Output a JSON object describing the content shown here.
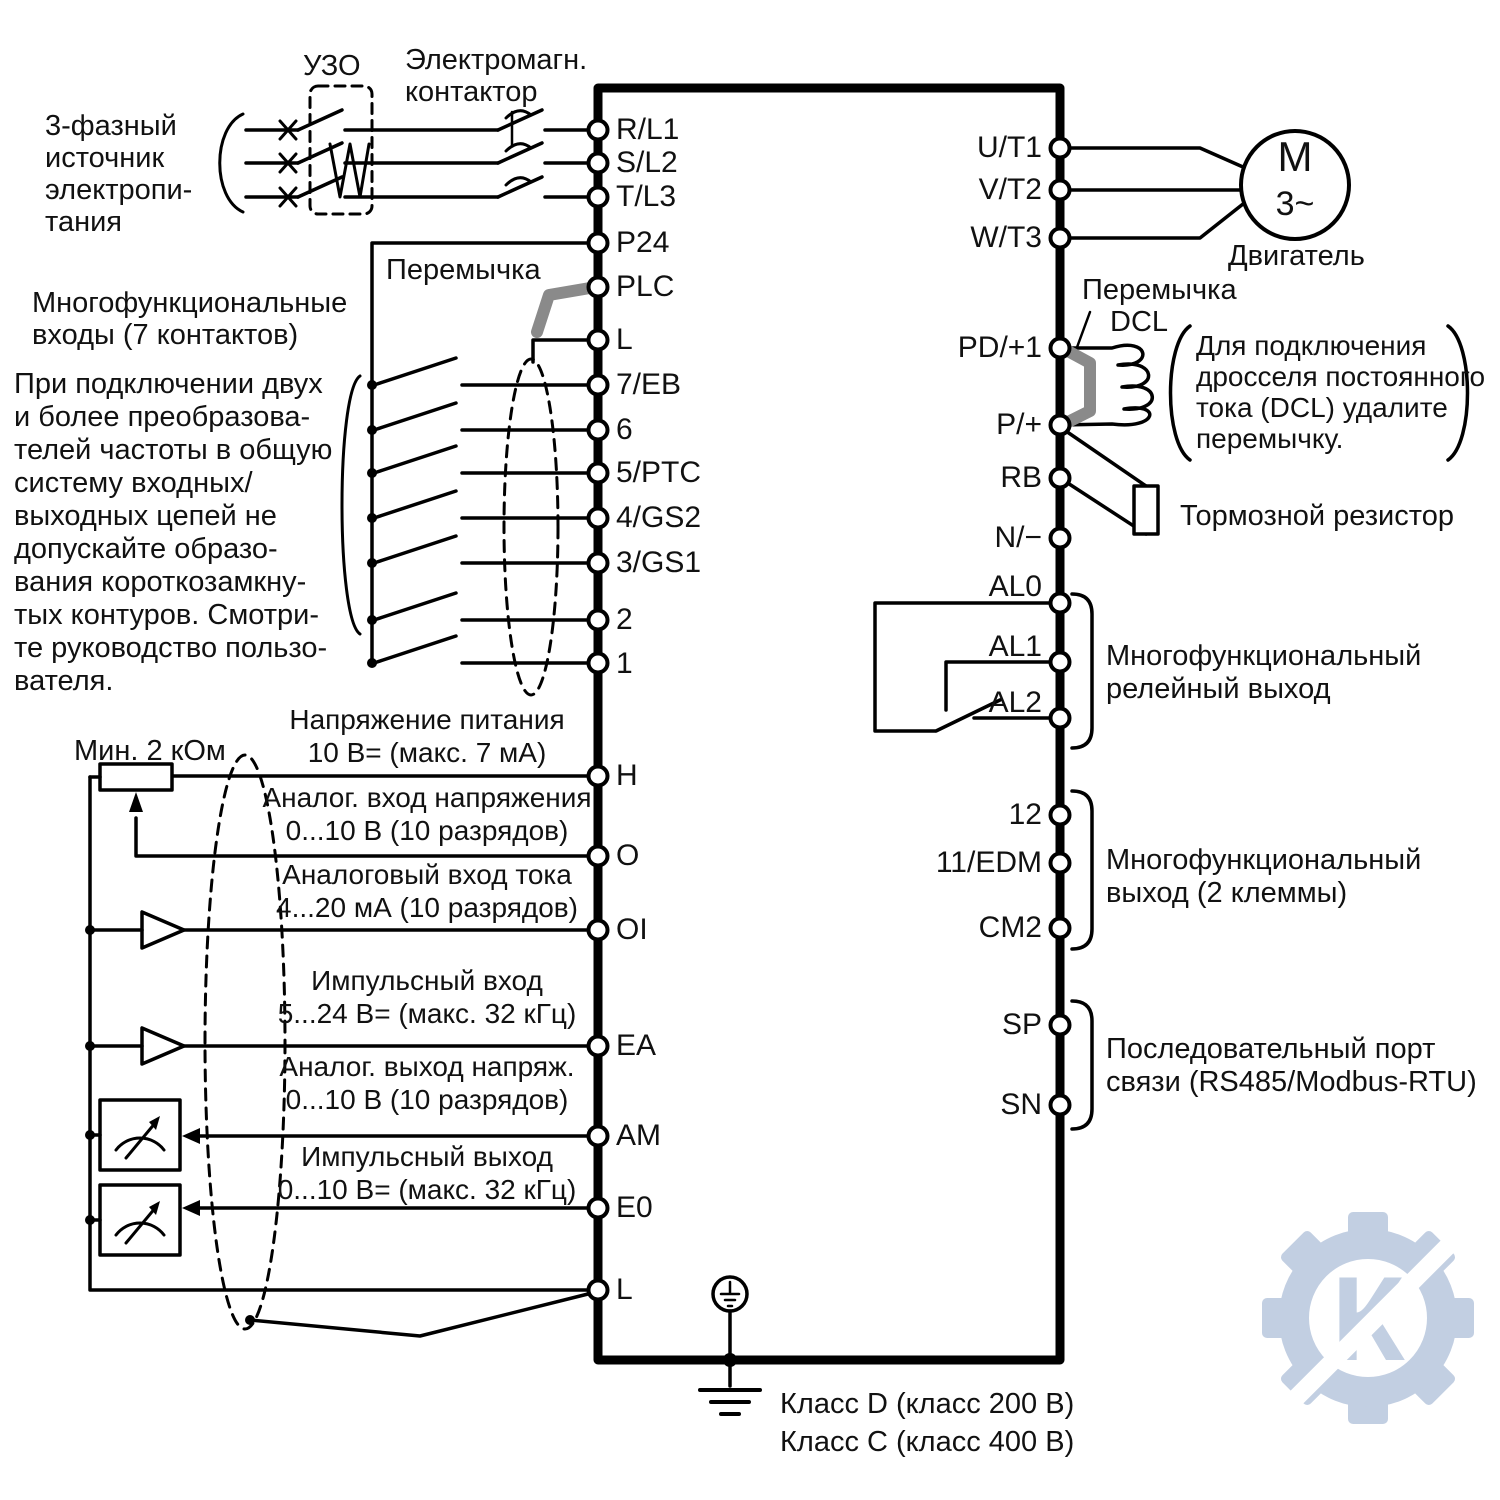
{
  "terminals": {
    "left": [
      "R/L1",
      "S/L2",
      "T/L3",
      "P24",
      "PLC",
      "L",
      "7/EB",
      "6",
      "5/PTC",
      "4/GS2",
      "3/GS1",
      "2",
      "1",
      "H",
      "O",
      "OI",
      "EA",
      "AM",
      "E0",
      "L"
    ],
    "right": [
      "U/T1",
      "V/T2",
      "W/T3",
      "PD/+1",
      "P/+",
      "RB",
      "N/−",
      "AL0",
      "AL1",
      "AL2",
      "12",
      "11/EDM",
      "CM2",
      "SP",
      "SN"
    ]
  },
  "labels": {
    "source": [
      "3-фазный",
      "источник",
      "электропи-",
      "тания"
    ],
    "rcd": "УЗО",
    "contactor": [
      "Электромагн.",
      "контактор"
    ],
    "jumper_top": "Перемычка",
    "multi_inputs": [
      "Многофункциональные",
      "входы (7 контактов)"
    ],
    "note": [
      "При подключении двух",
      "и более преобразова-",
      "телей частоты в общую",
      "систему входных/",
      "выходных цепей не",
      "допускайте образо-",
      "вания короткозамкну-",
      "тых контуров. Смотри-",
      "те руководство пользо-",
      "вателя."
    ],
    "min_resistor": "Мин. 2 кОм",
    "supply": [
      "Напряжение питания",
      "10 В= (макс. 7 мА)"
    ],
    "analog_v_in": [
      "Аналог. вход напряжения",
      "0...10 В (10 разрядов)"
    ],
    "analog_c_in": [
      "Аналоговый вход тока",
      "4...20 мА (10 разрядов)"
    ],
    "pulse_in": [
      "Импульсный вход",
      "5...24 В= (макс. 32 кГц)"
    ],
    "analog_v_out": [
      "Аналог. выход напряж.",
      "0...10 В (10 разрядов)"
    ],
    "pulse_out": [
      "Импульсный выход",
      "0...10 В= (макс. 32 кГц)"
    ],
    "motor_m": "M",
    "motor_phase": "3~",
    "motor_name": "Двигатель",
    "dcl_jumper_1": "Перемычка",
    "dcl_jumper_2": "DCL",
    "dcl_note": [
      "Для подключения",
      "дросселя постоянного",
      "тока (DCL) удалите",
      "перемычку."
    ],
    "brake_resistor": "Тормозной резистор",
    "relay_out": [
      "Многофункциональный",
      "релейный выход"
    ],
    "multi_out": [
      "Многофункциональный",
      "выход (2 клеммы)"
    ],
    "serial_port": [
      "Последовательный порт",
      "связи (RS485/Modbus-RTU)"
    ],
    "class_d": "Класс D (класс 200 В)",
    "class_c": "Класс C (класс 400 В)",
    "watermark_letter": "К"
  },
  "colors": {
    "line": "#000000",
    "jumper_gray": "#8a8a8a",
    "watermark_blue": "#bccadf"
  }
}
